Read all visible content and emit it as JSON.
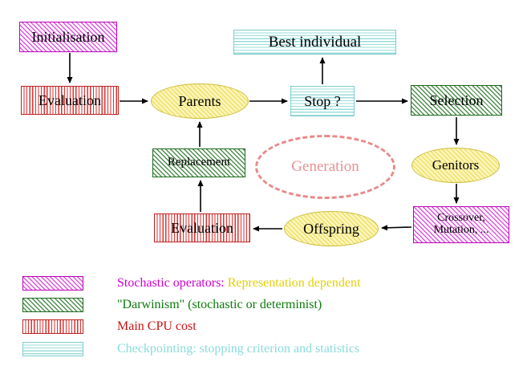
{
  "diagram": {
    "nodes": {
      "initialisation": {
        "label": "Initialisation"
      },
      "evaluation_top": {
        "label": "Evaluation"
      },
      "parents": {
        "label": "Parents"
      },
      "best_individual": {
        "label": "Best individual"
      },
      "stop": {
        "label": "Stop ?"
      },
      "selection": {
        "label": "Selection"
      },
      "replacement": {
        "label": "Replacement"
      },
      "generation": {
        "label": "Generation"
      },
      "genitors": {
        "label": "Genitors"
      },
      "crossover": {
        "line1": "Crossover,",
        "line2": "Mutation, ..."
      },
      "offspring": {
        "label": "Offspring"
      },
      "evaluation_bottom": {
        "label": "Evaluation"
      }
    },
    "legend": [
      {
        "text_primary": "Stochastic operators:",
        "text_secondary": "Representation dependent"
      },
      {
        "text_primary": "\"Darwinism\" (stochastic or determinist)"
      },
      {
        "text_primary": "Main CPU cost"
      },
      {
        "text_primary": "Checkpointing: stopping criterion and statistics"
      }
    ],
    "colors": {
      "stochastic_operators": "#cc00cc",
      "representation_dependent": "#e3cf00",
      "darwinism": "#0b7a0b",
      "main_cpu_cost": "#cc1111",
      "checkpointing": "#8adada",
      "operator_ellipse_fill": "#efe06a",
      "generation_dashed": "#e98a8a"
    }
  }
}
